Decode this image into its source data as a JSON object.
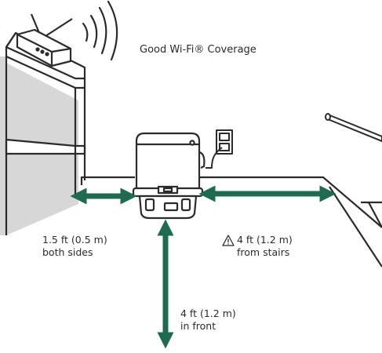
{
  "title": "Good Wi-Fi® Coverage",
  "labels": {
    "sides_line1": "1.5 ft (0.5 m)",
    "sides_line2": "both sides",
    "stairs_line1": "4 ft (1.2 m)",
    "stairs_line2": "from stairs",
    "front_line1": "4 ft (1.2 m)",
    "front_line2": "in front"
  },
  "icons": [
    "wifi-router-icon",
    "wifi-signal-icon",
    "warning-icon",
    "power-outlet-icon"
  ],
  "colors": {
    "arrow": "#1f6b4f",
    "ink": "#2b2b2b",
    "shelf_shadow": "#d7d7d7"
  }
}
